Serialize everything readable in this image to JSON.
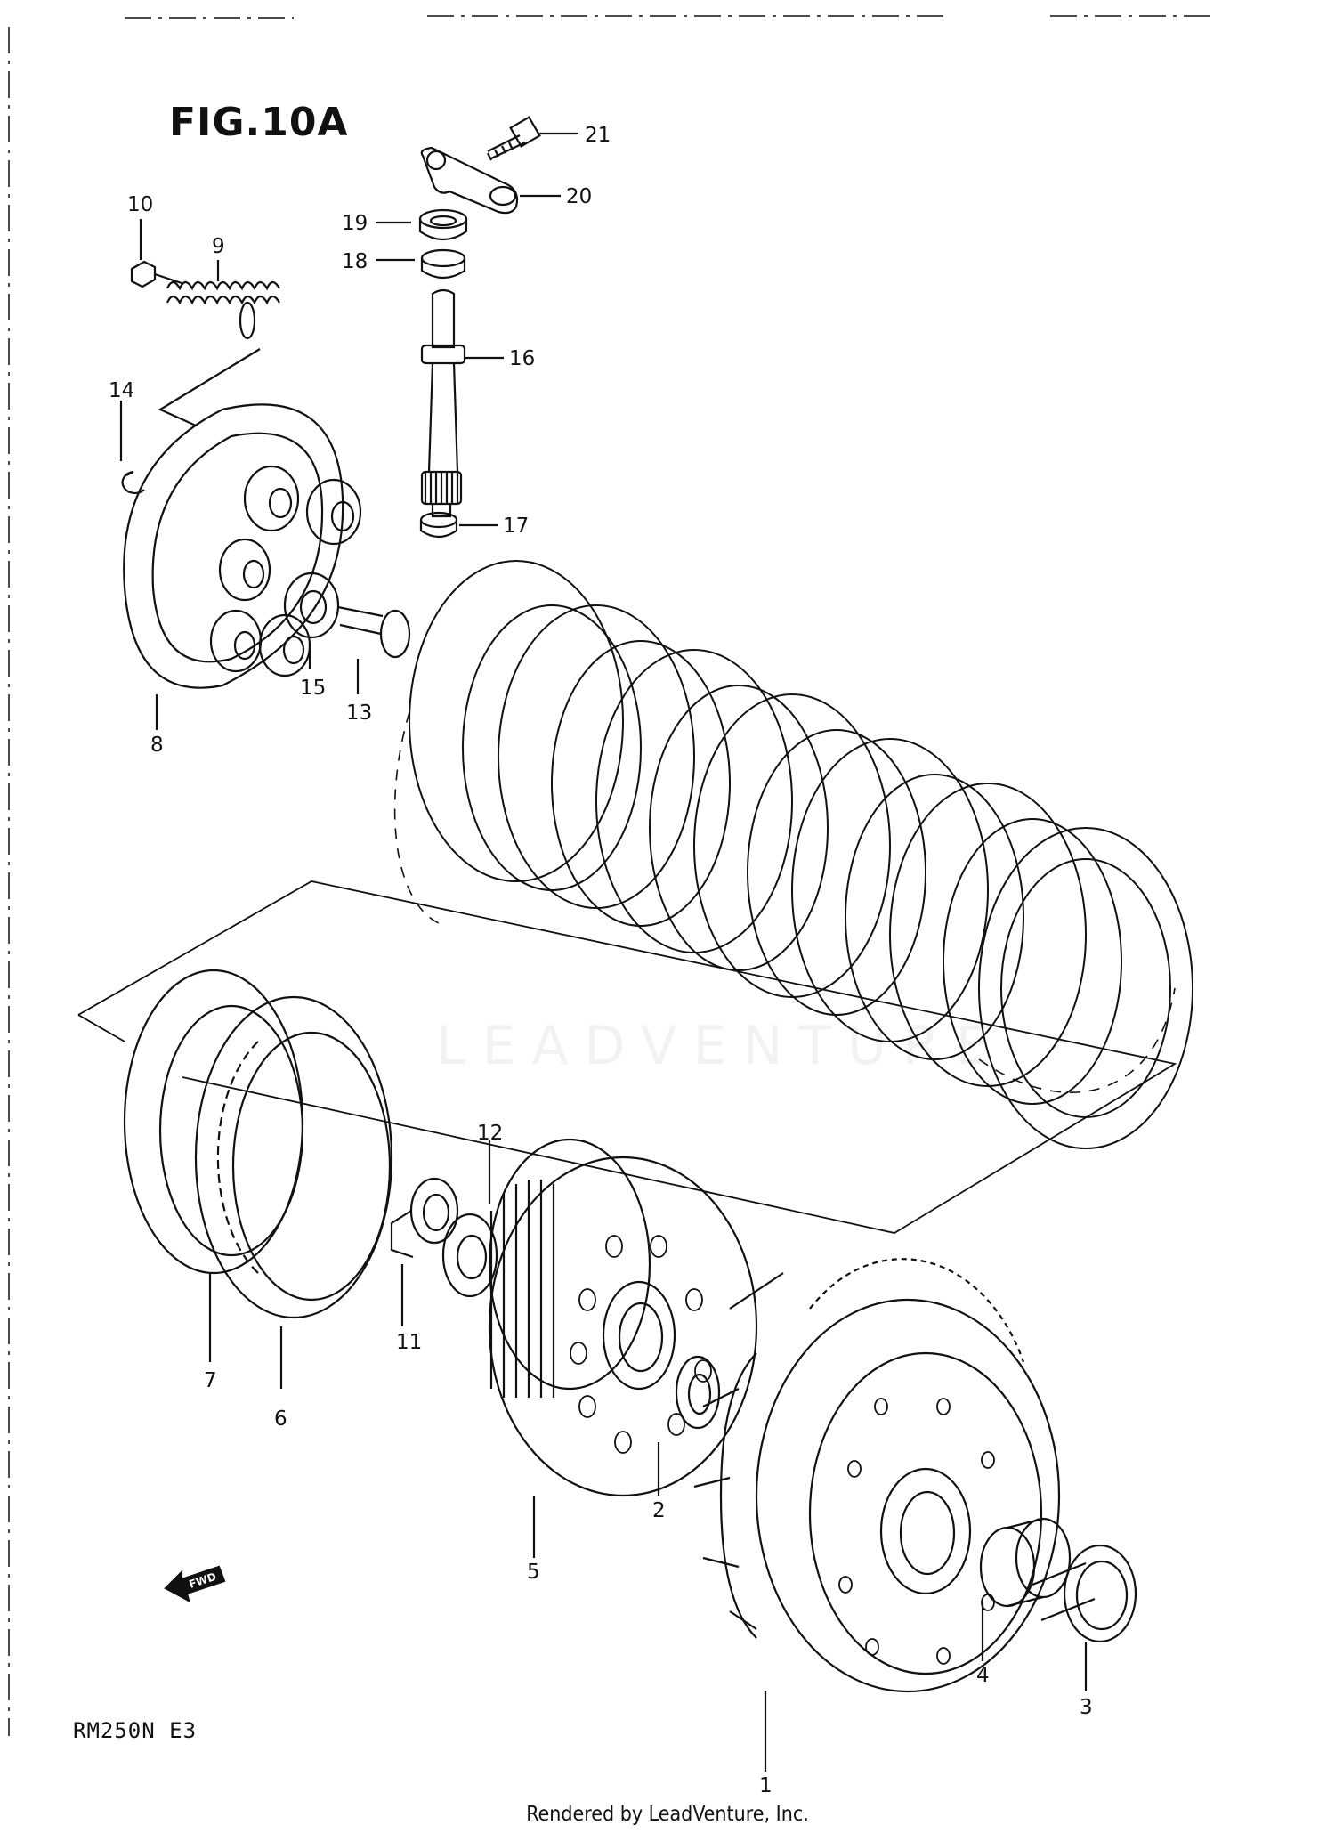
{
  "figure": {
    "title": "FIG.10A"
  },
  "model_code": "RM250N  E3",
  "footer": "Rendered by LeadVenture, Inc.",
  "watermark": "LEADVENTURE",
  "fwd_label": "FWD",
  "callouts": [
    "1",
    "2",
    "3",
    "4",
    "5",
    "6",
    "7",
    "8",
    "9",
    "10",
    "11",
    "12",
    "13",
    "14",
    "15",
    "16",
    "17",
    "18",
    "19",
    "20",
    "21"
  ],
  "colors": {
    "ink": "#111111",
    "paper": "#ffffff"
  }
}
